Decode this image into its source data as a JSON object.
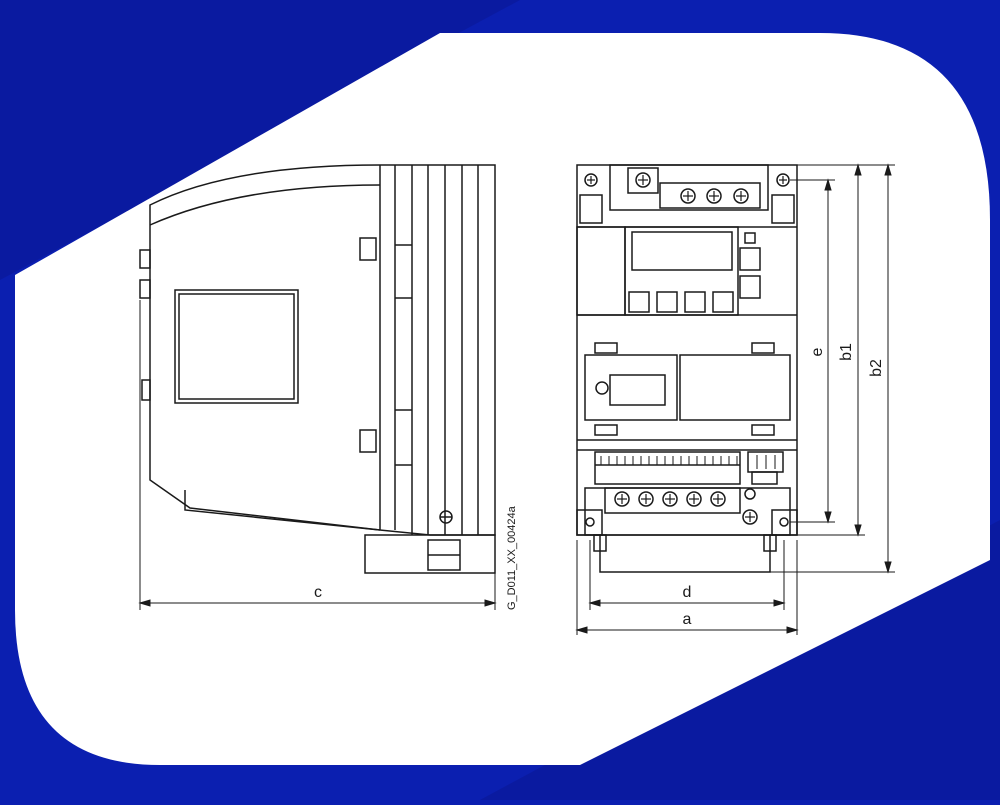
{
  "colors": {
    "background_blue": "#0b1fb0",
    "card_white": "#ffffff",
    "line": "#1a1a1a",
    "shade": "#e8e8e8"
  },
  "drawing": {
    "reference_code": "G_D011_XX_00424a",
    "dimension_labels": {
      "c": "c",
      "d": "d",
      "a": "a",
      "e": "e",
      "b1": "b1",
      "b2": "b2"
    }
  }
}
